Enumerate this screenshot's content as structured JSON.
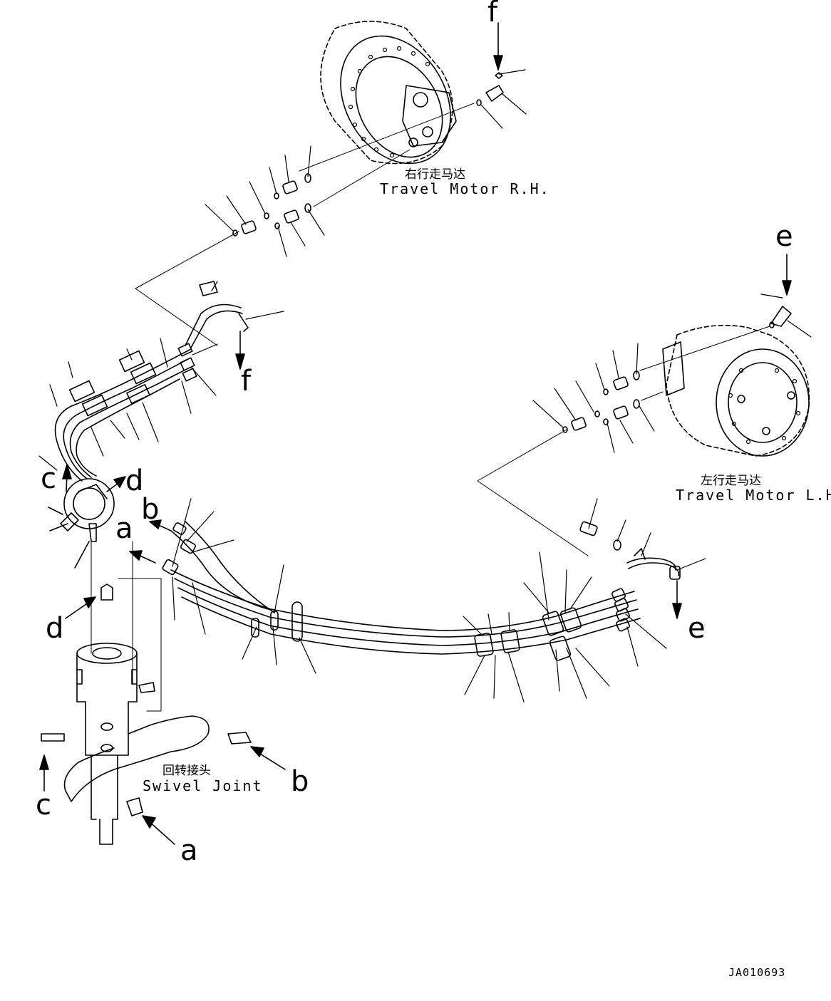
{
  "labels": {
    "travel_motor_rh_cn": "右行走马达",
    "travel_motor_rh_en": "Travel Motor R.H.",
    "travel_motor_lh_cn": "左行走马达",
    "travel_motor_lh_en": "Travel Motor L.H.",
    "swivel_joint_cn": "回转接头",
    "swivel_joint_en": "Swivel Joint",
    "drawing_code": "JA010693"
  },
  "callout_letters": {
    "f_top": "f",
    "f_mid": "f",
    "e_top": "e",
    "e_mid": "e",
    "c_upper": "c",
    "d_upper": "d",
    "b_upper": "b",
    "a_upper": "a",
    "d_lower": "d",
    "b_lower": "b",
    "c_lower": "c",
    "a_lower": "a"
  }
}
